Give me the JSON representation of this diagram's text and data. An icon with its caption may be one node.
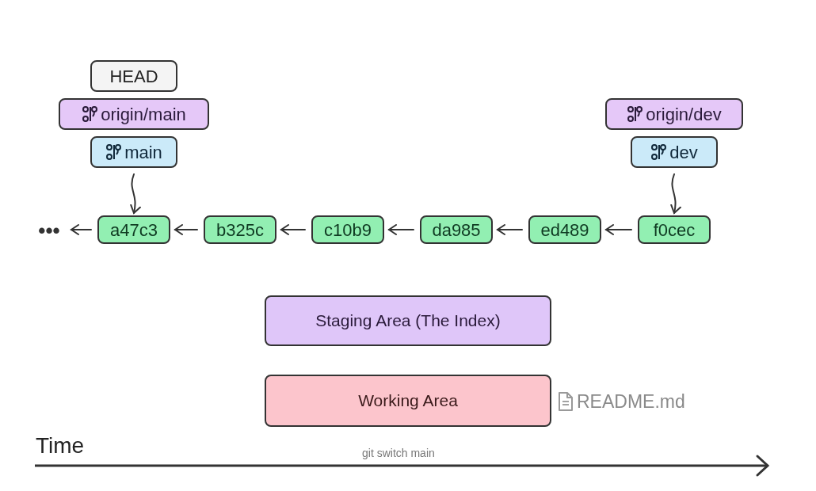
{
  "diagram": {
    "nodes": [
      {
        "text": [
          "HEAD"
        ]
      },
      {
        "text": [
          "origin/main"
        ]
      },
      {
        "text": [
          "origin/dev"
        ]
      },
      {
        "text": [
          "main"
        ]
      },
      {
        "text": [
          "dev"
        ]
      },
      {
        "text": [
          "•••"
        ]
      },
      {
        "text": [
          "a47c3"
        ]
      },
      {
        "text": [
          "b325c"
        ]
      },
      {
        "text": [
          "c10b9"
        ]
      },
      {
        "text": [
          "da985"
        ]
      },
      {
        "text": [
          "ed489"
        ]
      },
      {
        "text": [
          "f0cec"
        ]
      },
      {
        "text": [
          "Staging Area (The Index)"
        ]
      },
      {
        "text": [
          "Working Area"
        ]
      }
    ],
    "edges": [
      {
        "from": 3,
        "to": 6,
        "arrow": "to"
      },
      {
        "from": 4,
        "to": 11,
        "arrow": "to"
      },
      {
        "from": 6,
        "to": 5,
        "arrow": "to"
      },
      {
        "from": 7,
        "to": 6,
        "arrow": "to"
      },
      {
        "from": 8,
        "to": 7,
        "arrow": "to"
      },
      {
        "from": 9,
        "to": 8,
        "arrow": "to"
      },
      {
        "from": 10,
        "to": 9,
        "arrow": "to"
      },
      {
        "from": 11,
        "to": 10,
        "arrow": "to"
      }
    ],
    "labels": [
      "README.md",
      "Time",
      "git switch main"
    ]
  }
}
